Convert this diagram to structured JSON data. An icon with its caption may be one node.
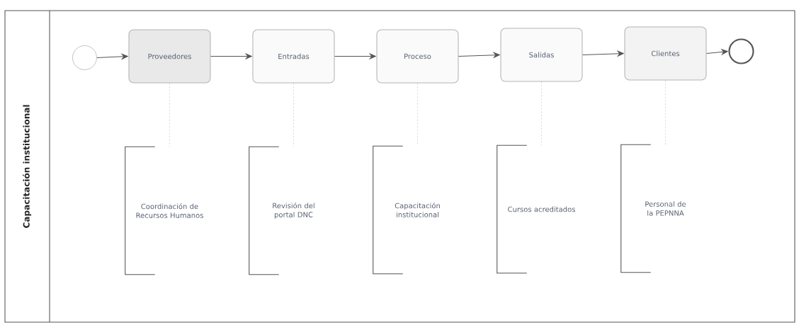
{
  "diagram": {
    "nodes": [
      {
        "text": [
          "Capacitación institucional"
        ]
      },
      {
        "text": [],
        "shape": "circle",
        "in": 0
      },
      {
        "text": [
          "Proveedores"
        ],
        "in": 0
      },
      {
        "text": [
          "Entradas"
        ],
        "in": 0
      },
      {
        "text": [
          "Proceso"
        ],
        "in": 0
      },
      {
        "text": [
          "Salidas"
        ],
        "in": 0
      },
      {
        "text": [
          "Clientes"
        ],
        "in": 0
      },
      {
        "text": [],
        "shape": "circle",
        "in": 0
      },
      {
        "text": [
          "Coordinación de Recursos Humanos"
        ],
        "in": 0
      },
      {
        "text": [
          "Revisión del portal DNC"
        ],
        "in": 0
      },
      {
        "text": [
          "Capacitación institucional"
        ],
        "in": 0
      },
      {
        "text": [
          "Cursos acreditados"
        ],
        "in": 0
      },
      {
        "text": [
          "Personal de la PEPNNA"
        ],
        "in": 0
      }
    ],
    "edges": [
      {
        "from": 1,
        "to": 2,
        "arrow": "to"
      },
      {
        "from": 2,
        "to": 3,
        "arrow": "to"
      },
      {
        "from": 3,
        "to": 4,
        "arrow": "to"
      },
      {
        "from": 4,
        "to": 5,
        "arrow": "to"
      },
      {
        "from": 5,
        "to": 6,
        "arrow": "to"
      },
      {
        "from": 6,
        "to": 7,
        "arrow": "to"
      },
      {
        "from": 2,
        "to": 8,
        "arrow": "none",
        "style": "dashed",
        "color": "#b4b4b4"
      },
      {
        "from": 3,
        "to": 9,
        "arrow": "none",
        "style": "dashed",
        "color": "#b4b4b4"
      },
      {
        "from": 4,
        "to": 10,
        "arrow": "none",
        "style": "dashed",
        "color": "#b4b4b4"
      },
      {
        "from": 5,
        "to": 11,
        "arrow": "none",
        "style": "dashed",
        "color": "#b4b4b4"
      },
      {
        "from": 6,
        "to": 12,
        "arrow": "none",
        "style": "dashed",
        "color": "#b4b4b4"
      }
    ]
  }
}
